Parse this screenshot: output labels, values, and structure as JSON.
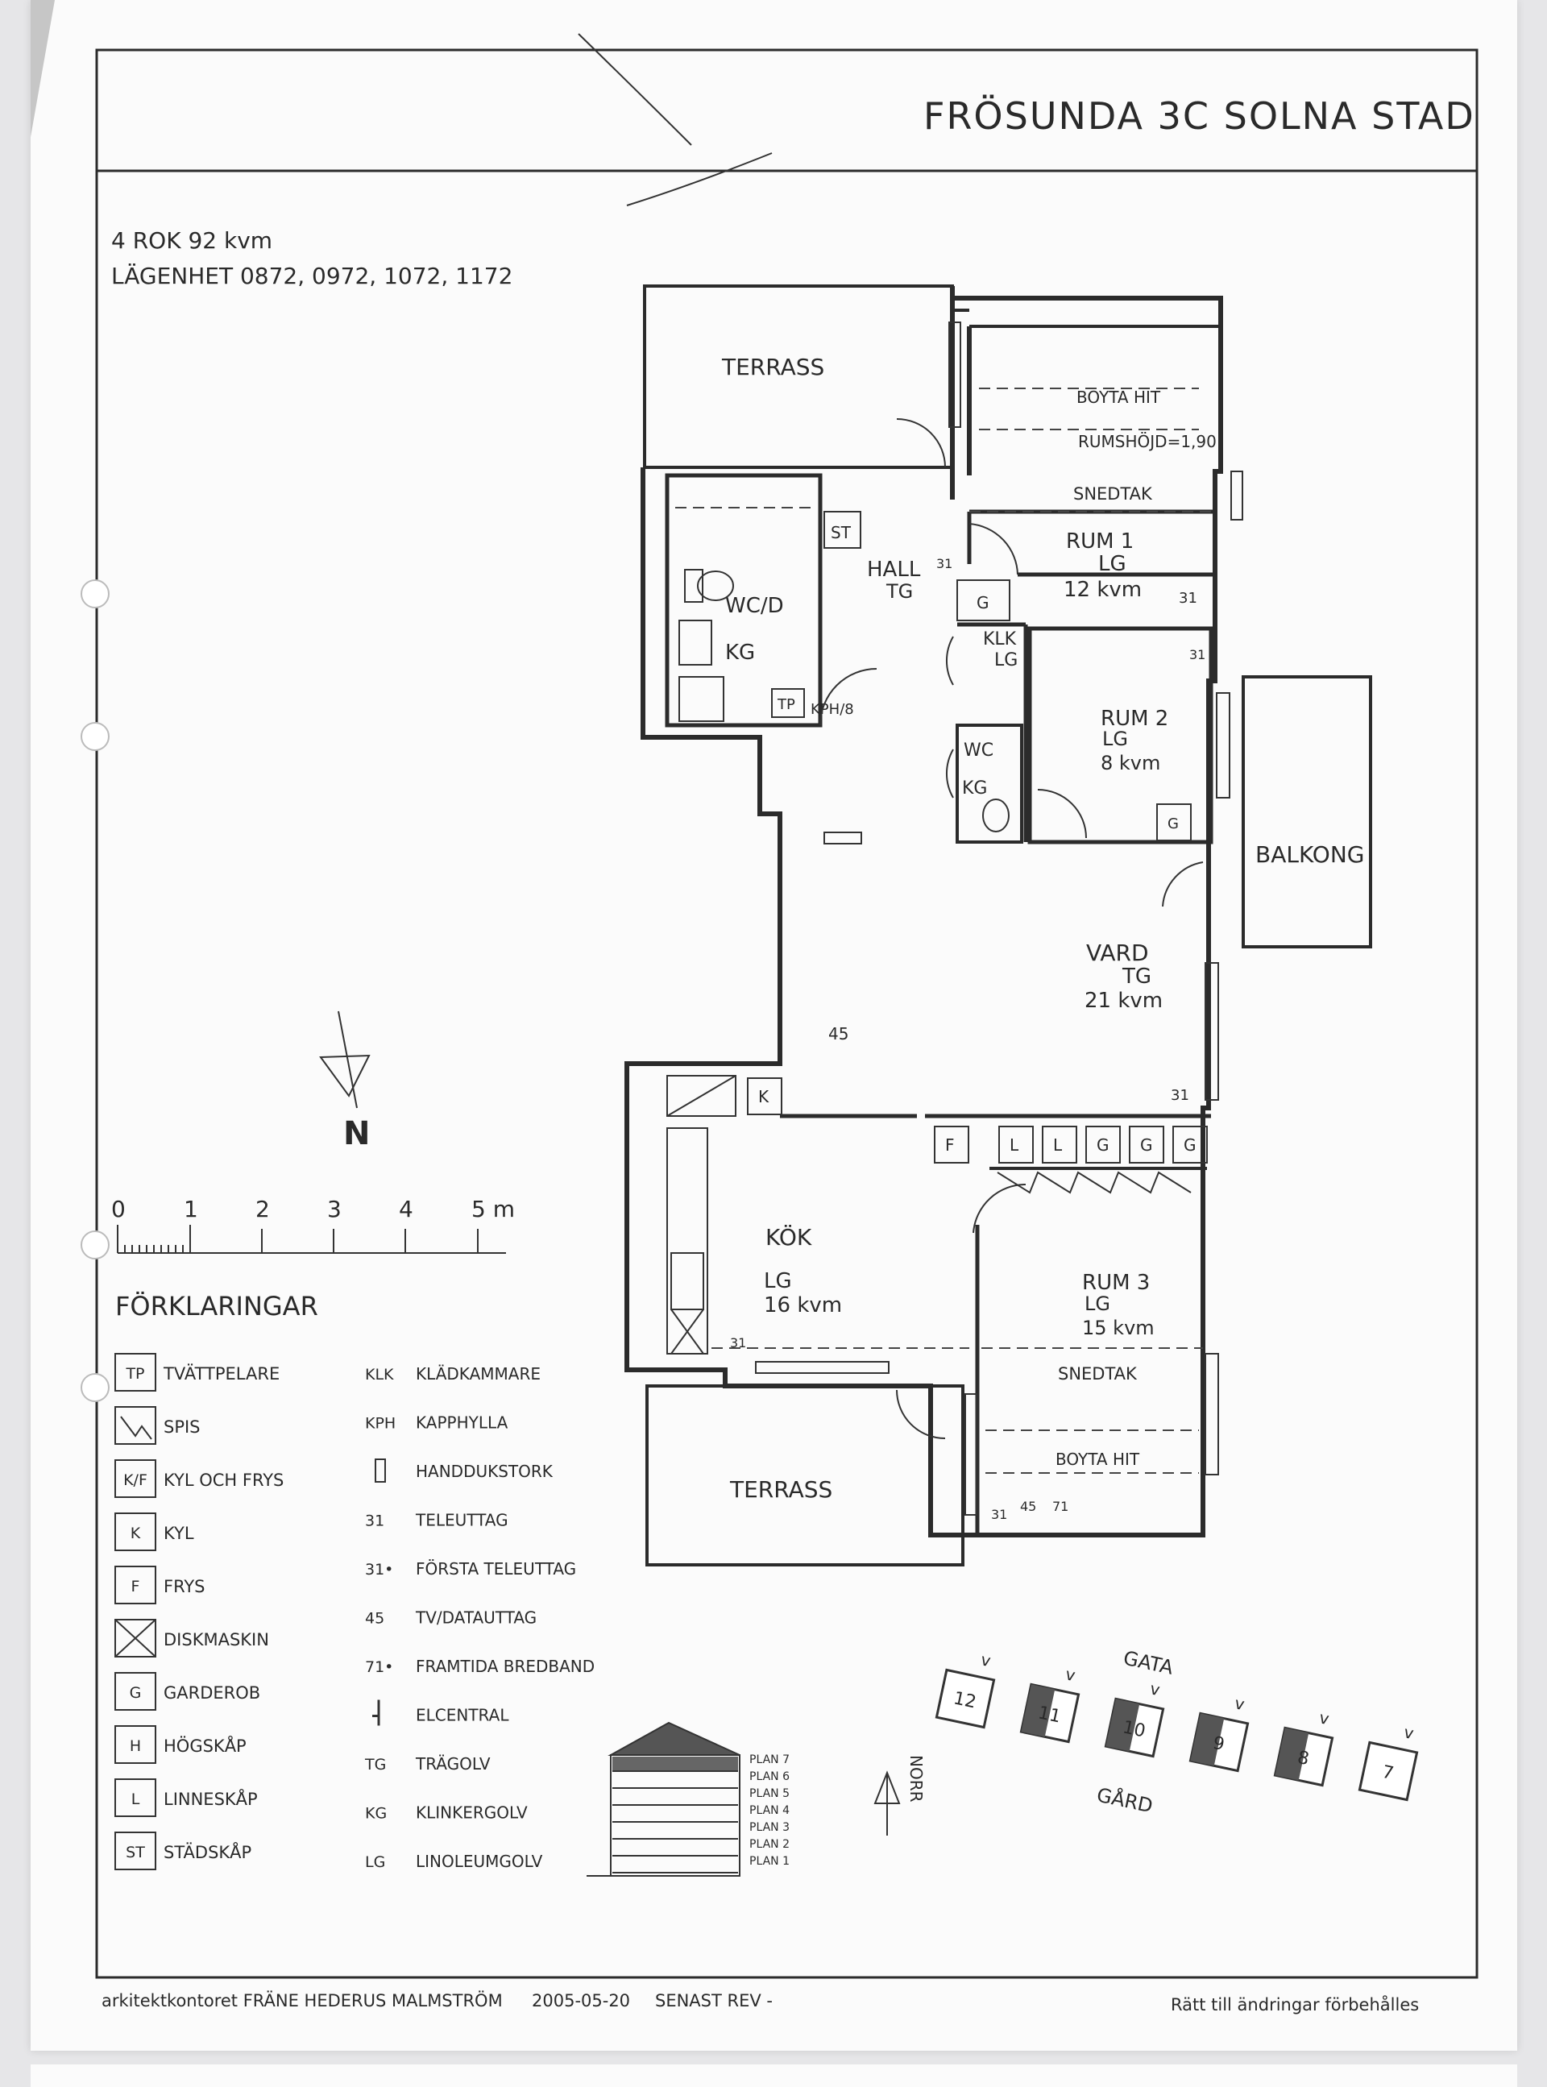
{
  "header": {
    "title": "FRÖSUNDA 3C SOLNA STAD"
  },
  "apartment": {
    "size": "4 ROK 92 kvm",
    "units": "LÄGENHET 0872, 0972, 1072, 1172"
  },
  "rooms": {
    "terrass_top": "TERRASS",
    "boyta_top": "BOYTA HIT",
    "rumshojd": "RUMSHÖJD=1,90",
    "snedtak_top": "SNEDTAK",
    "rum1": {
      "name": "RUM 1",
      "floor": "LG",
      "area": "12 kvm"
    },
    "st": "ST",
    "hall": {
      "name": "HALL",
      "floor": "TG"
    },
    "wcd": "WC/D",
    "kg_bath": "KG",
    "tp": "TP",
    "kph": "KPH/8",
    "g_hall": "G",
    "klk": {
      "name": "KLK",
      "floor": "LG"
    },
    "rum2": {
      "name": "RUM 2",
      "floor": "LG",
      "area": "8 kvm"
    },
    "g_rum2": "G",
    "wc2": {
      "name": "WC",
      "floor": "KG"
    },
    "balkong": "BALKONG",
    "vard": {
      "name": "VARD",
      "floor": "TG",
      "area": "21 kvm"
    },
    "k_kitchen": "K",
    "closets": [
      "F",
      "L",
      "L",
      "G",
      "G",
      "G"
    ],
    "kok": {
      "name": "KÖK",
      "floor": "LG",
      "area": "16 kvm"
    },
    "rum3": {
      "name": "RUM 3",
      "floor": "LG",
      "area": "15 kvm"
    },
    "snedtak_bottom": "SNEDTAK",
    "boyta_bottom": "BOYTA HIT",
    "terrass_bottom": "TERRASS",
    "n31": "31",
    "n45": "45",
    "n71": "71"
  },
  "compass": {
    "label": "N"
  },
  "scale": {
    "ticks": [
      "0",
      "1",
      "2",
      "3",
      "4",
      "5 m"
    ]
  },
  "legend": {
    "title": "FÖRKLARINGAR",
    "left": [
      {
        "code": "TP",
        "label": "TVÄTTPELARE"
      },
      {
        "code": "",
        "label": "SPIS"
      },
      {
        "code": "K/F",
        "label": "KYL OCH FRYS"
      },
      {
        "code": "K",
        "label": "KYL"
      },
      {
        "code": "F",
        "label": "FRYS"
      },
      {
        "code": "",
        "label": "DISKMASKIN"
      },
      {
        "code": "G",
        "label": "GARDEROB"
      },
      {
        "code": "H",
        "label": "HÖGSKÅP"
      },
      {
        "code": "L",
        "label": "LINNESKÅP"
      },
      {
        "code": "ST",
        "label": "STÄDSKÅP"
      }
    ],
    "right": [
      {
        "code": "KLK",
        "label": "KLÄDKAMMARE"
      },
      {
        "code": "KPH",
        "label": "KAPPHYLLA"
      },
      {
        "code": "",
        "label": "HANDDUKSTORK"
      },
      {
        "code": "31",
        "label": "TELEUTTAG"
      },
      {
        "code": "31•",
        "label": "FÖRSTA TELEUTTAG"
      },
      {
        "code": "45",
        "label": "TV/DATAUTTAG"
      },
      {
        "code": "71•",
        "label": "FRAMTIDA BREDBAND"
      },
      {
        "code": "",
        "label": "ELCENTRAL"
      },
      {
        "code": "TG",
        "label": "TRÄGOLV"
      },
      {
        "code": "KG",
        "label": "KLINKERGOLV"
      },
      {
        "code": "LG",
        "label": "LINOLEUMGOLV"
      }
    ]
  },
  "section": {
    "plans": [
      "PLAN 7",
      "PLAN 6",
      "PLAN 5",
      "PLAN 4",
      "PLAN 3",
      "PLAN 2",
      "PLAN 1"
    ]
  },
  "site": {
    "north": "NORR",
    "street": "GATA",
    "yard": "GÅRD",
    "buildings": [
      {
        "label": "12",
        "mark": "v",
        "highlight": false
      },
      {
        "label": "11",
        "mark": "v",
        "highlight": true
      },
      {
        "label": "10",
        "mark": "v",
        "highlight": true
      },
      {
        "label": "9",
        "mark": "v",
        "highlight": true
      },
      {
        "label": "8",
        "mark": "v",
        "highlight": true
      },
      {
        "label": "7",
        "mark": "v",
        "highlight": false
      }
    ]
  },
  "footer": {
    "architect": "arkitektkontoret FRÄNE HEDERUS MALMSTRÖM",
    "date": "2005-05-20",
    "revision": "SENAST REV -",
    "rights": "Rätt till ändringar förbehålles"
  }
}
